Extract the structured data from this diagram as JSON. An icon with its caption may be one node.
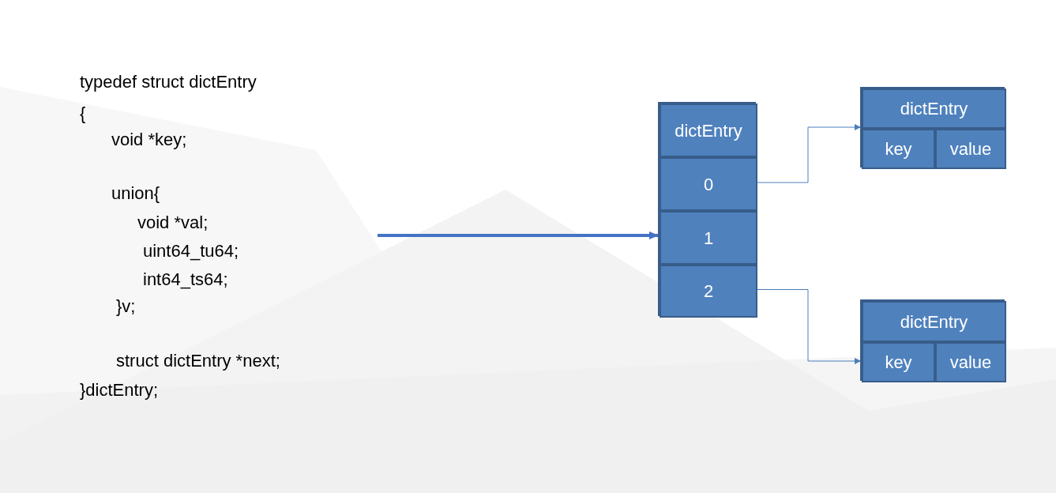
{
  "diagram": {
    "nodes": [
      {
        "text": [],
        "shape": "box"
      },
      {
        "text": [
          "dictEntry"
        ],
        "in": 0
      },
      {
        "text": [
          "0"
        ],
        "in": 0
      },
      {
        "text": [
          "1"
        ],
        "in": 0
      },
      {
        "text": [
          "2"
        ],
        "in": 0
      },
      {
        "text": [],
        "shape": "box"
      },
      {
        "text": [
          "dictEntry"
        ],
        "in": 5
      },
      {
        "text": [
          "key"
        ],
        "in": 5
      },
      {
        "text": [
          "value"
        ],
        "in": 5
      },
      {
        "text": [],
        "shape": "box"
      },
      {
        "text": [
          "dictEntry"
        ],
        "in": 9
      },
      {
        "text": [
          "key"
        ],
        "in": 9
      },
      {
        "text": [
          "value"
        ],
        "in": 9
      }
    ],
    "edges": [
      {
        "from": null,
        "to": 3,
        "arrow": "to",
        "style": "thick"
      },
      {
        "from": 2,
        "to": 5,
        "arrow": "to"
      },
      {
        "from": 4,
        "to": 9,
        "arrow": "to"
      }
    ],
    "labels": [
      "typedef struct dictEntry",
      "{",
      "void *key;",
      "union{",
      "void *val;",
      "uint64_tu64;",
      "int64_ts64;",
      "}v;",
      "struct dictEntry *next;",
      "}dictEntry;"
    ]
  }
}
